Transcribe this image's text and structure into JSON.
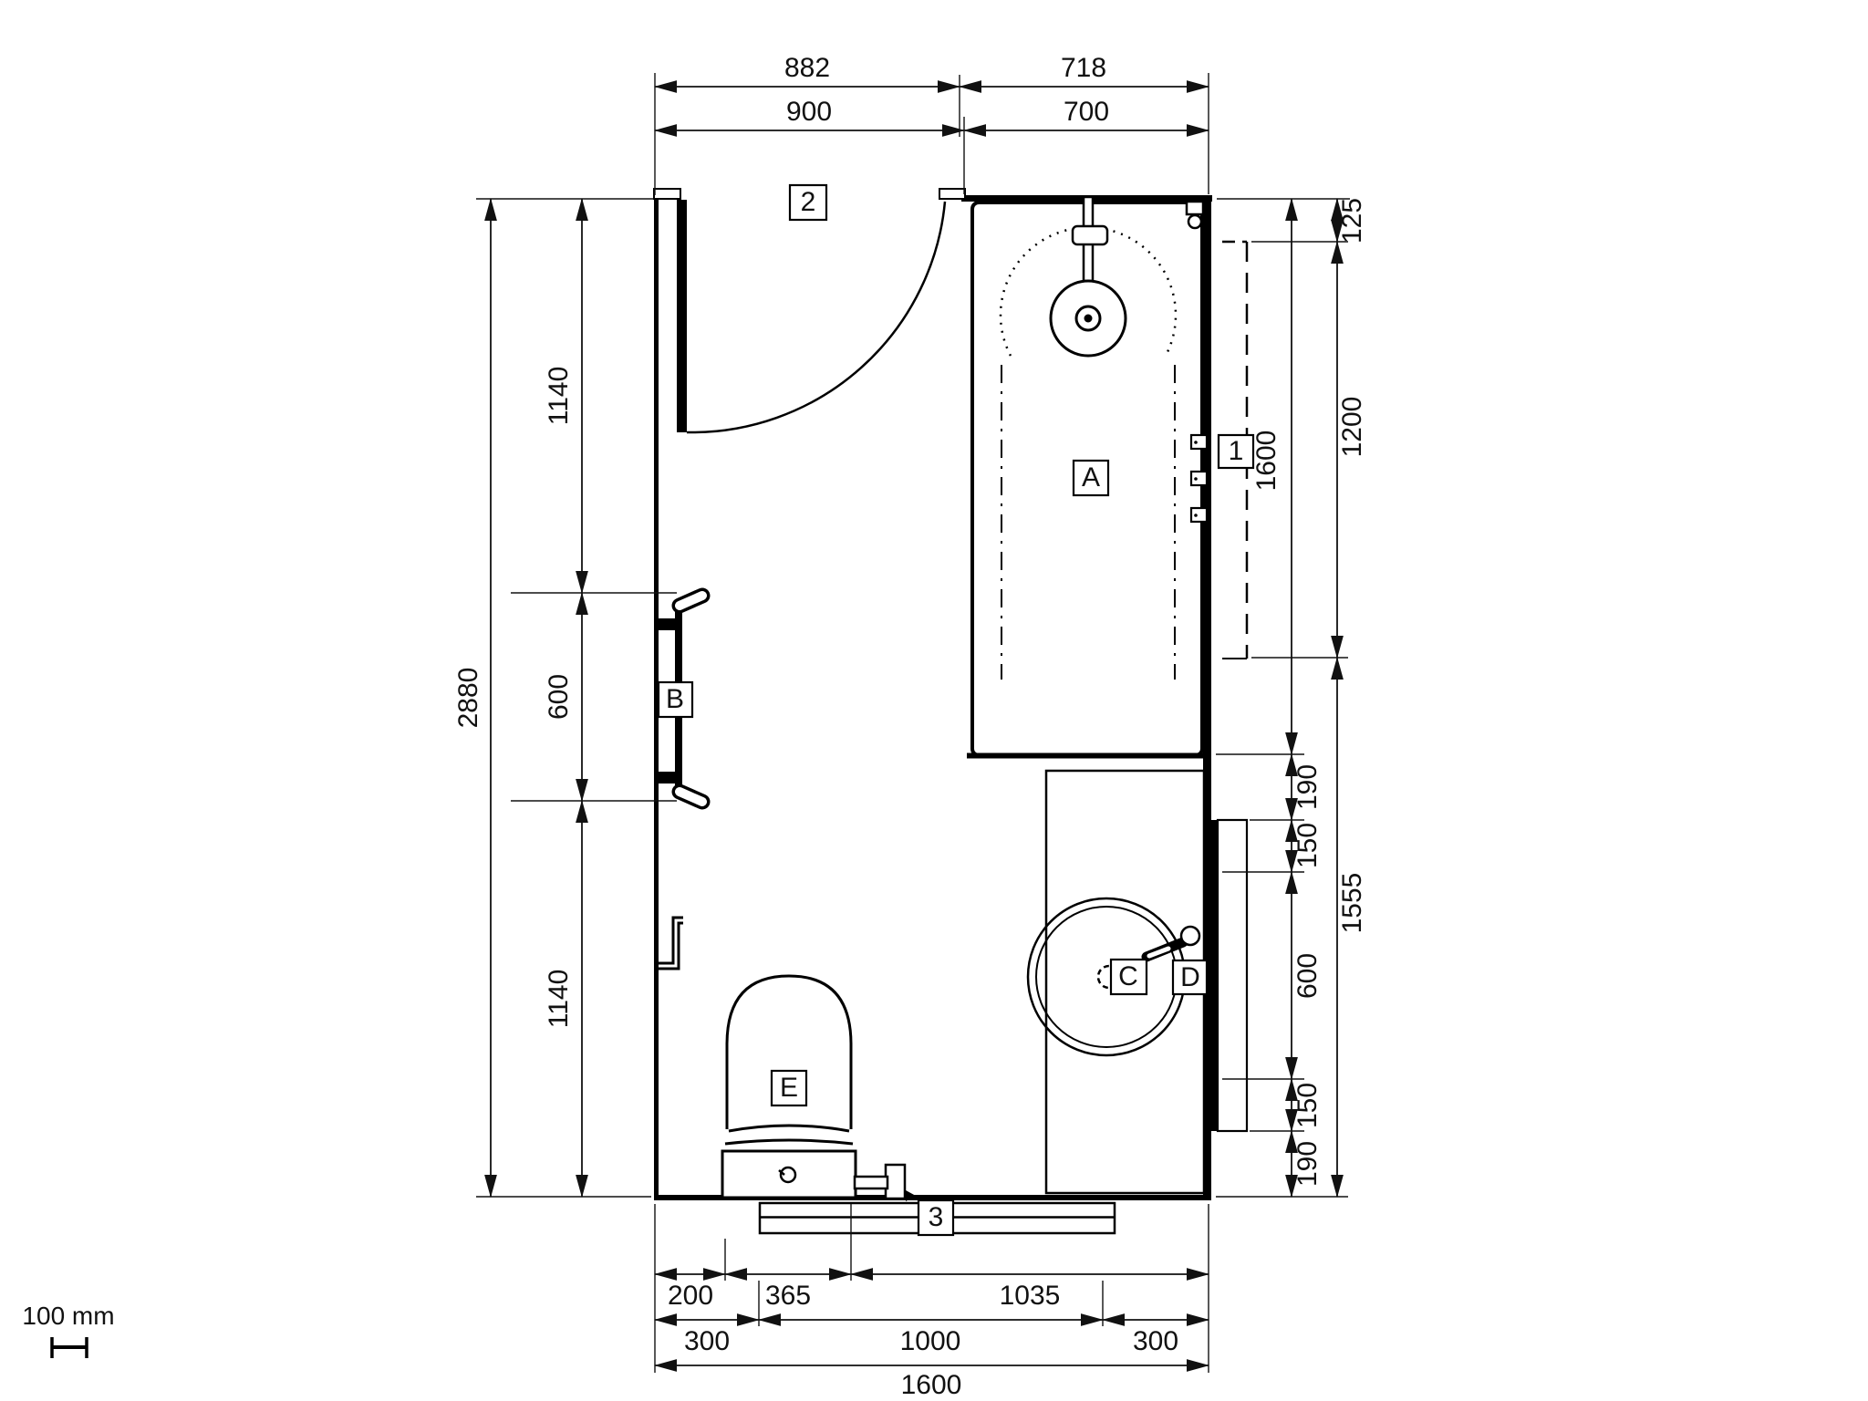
{
  "drawing": {
    "title": "bathroom-floor-plan",
    "scale": {
      "label": "100 mm"
    },
    "dims": {
      "top_upper": [
        "882",
        "718"
      ],
      "top_lower": [
        "900",
        "700"
      ],
      "left_overall": "2880",
      "left_inner": [
        "1140",
        "600",
        "1140"
      ],
      "right_inner_overall": "1600",
      "right_inner": [
        "190",
        "150",
        "600",
        "150",
        "190"
      ],
      "right_outer": [
        "125",
        "1200",
        "1555"
      ],
      "bottom_r1": [
        "200",
        "365",
        "1035"
      ],
      "bottom_r2": [
        "300",
        "1000",
        "300"
      ],
      "bottom_r3": "1600"
    },
    "labels": {
      "door": "2",
      "shower_area": "A",
      "wall_fittings": "1",
      "vertical_rail": "B",
      "washbasin": "C",
      "tap": "D",
      "toilet": "E",
      "horizontal_rail": "3"
    },
    "line_color": "#000000",
    "background_color": "#ffffff"
  }
}
